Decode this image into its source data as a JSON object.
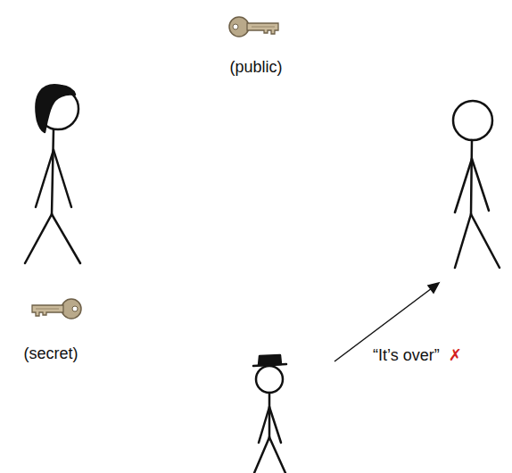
{
  "diagram": {
    "labels": [
      "(public)",
      "(secret)",
      "“It’s over”",
      "✗"
    ]
  }
}
